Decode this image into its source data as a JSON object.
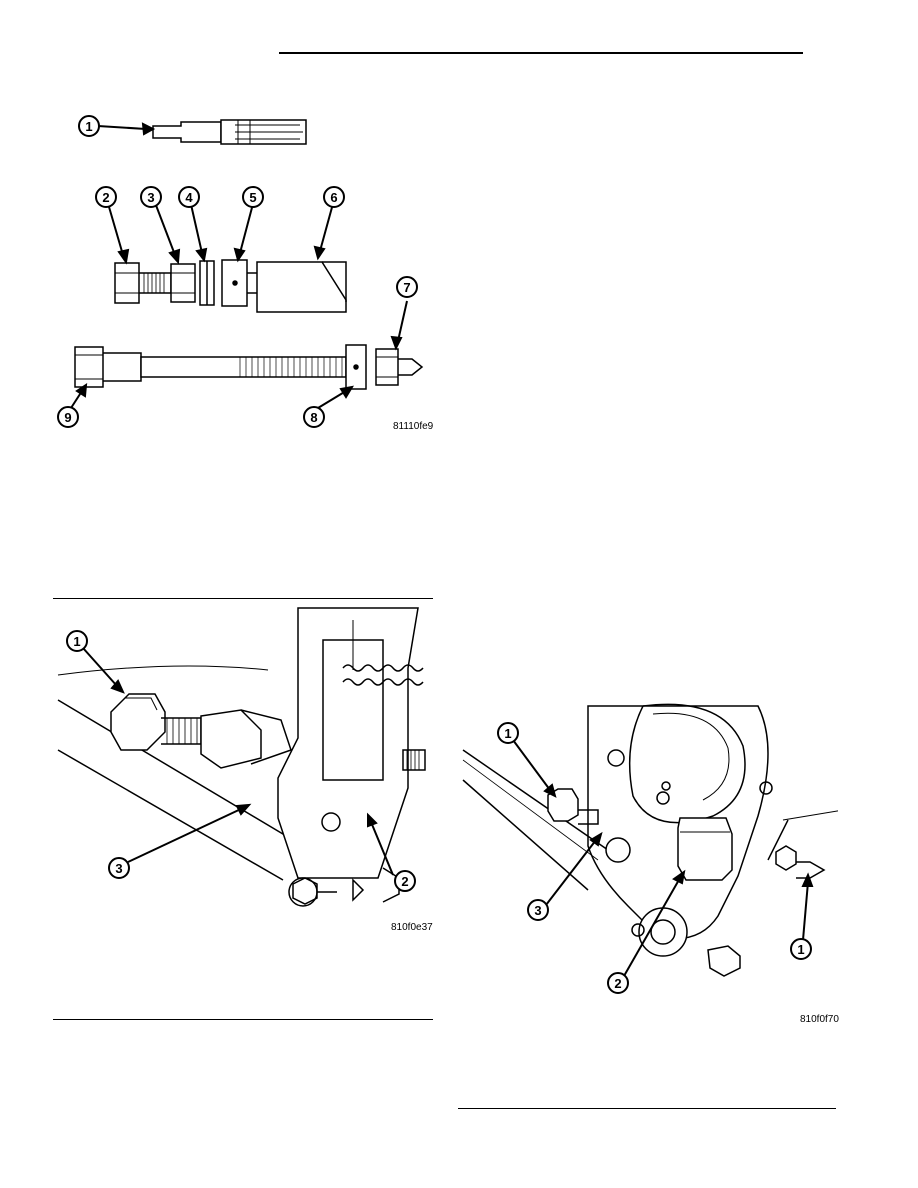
{
  "figures": [
    {
      "code": "81110fe9",
      "callouts": [
        "1",
        "2",
        "3",
        "4",
        "5",
        "6",
        "7",
        "8",
        "9"
      ]
    },
    {
      "code": "810f0e37",
      "callouts": [
        "1",
        "2",
        "3"
      ]
    },
    {
      "code": "810f0f70",
      "callouts": [
        "1",
        "1",
        "2",
        "3"
      ]
    }
  ]
}
